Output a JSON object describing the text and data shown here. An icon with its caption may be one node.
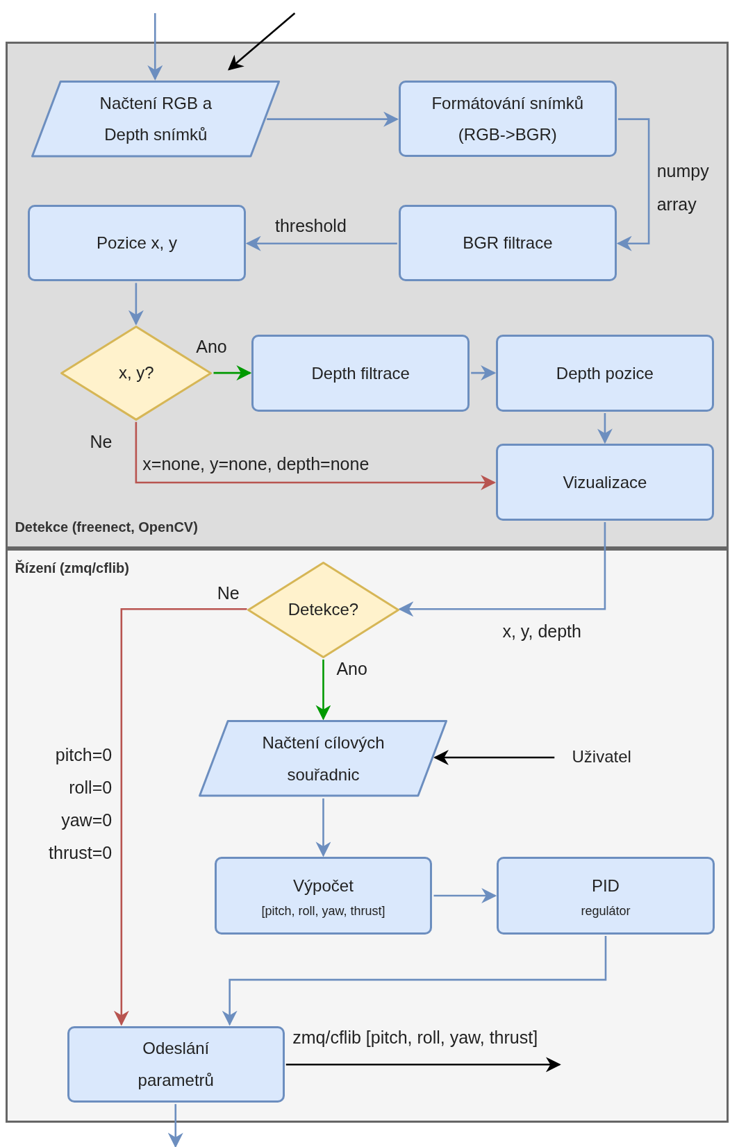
{
  "diagram": {
    "nodes": [
      {
        "text": [
          "Detekce (freenect, OpenCV)"
        ]
      },
      {
        "text": [
          "Načtení RGB a Depth snímků"
        ],
        "in": 0
      },
      {
        "text": [
          "Formátování snímků (RGB->BGR)"
        ],
        "in": 0
      },
      {
        "text": [
          "BGR filtrace"
        ],
        "in": 0
      },
      {
        "text": [
          "Pozice x, y"
        ],
        "in": 0
      },
      {
        "text": [
          "x, y?"
        ],
        "in": 0
      },
      {
        "text": [
          "Depth filtrace"
        ],
        "in": 0
      },
      {
        "text": [
          "Depth pozice"
        ],
        "in": 0
      },
      {
        "text": [
          "Vizualizace"
        ],
        "in": 0
      },
      {
        "text": [
          "Řízení (zmq/cflib)"
        ]
      },
      {
        "text": [
          "Detekce?"
        ],
        "in": 9
      },
      {
        "text": [
          "Uživatel"
        ],
        "in": 9
      },
      {
        "text": [
          "Načtení cílových souřadnic"
        ],
        "in": 9
      },
      {
        "text": [
          "Výpočet",
          "[pitch, roll, yaw, thrust]"
        ],
        "in": 9
      },
      {
        "text": [
          "PID",
          "regulátor"
        ],
        "in": 9
      },
      {
        "text": [
          "Odeslání parametrů"
        ],
        "in": 9
      }
    ],
    "edges": [
      {
        "from": null,
        "to": 1,
        "arrow": "to"
      },
      {
        "from": null,
        "to": 1,
        "arrow": "to",
        "color": "#000000"
      },
      {
        "from": 1,
        "to": 2,
        "arrow": "to"
      },
      {
        "from": 2,
        "to": 3,
        "arrow": "to",
        "label": "numpy array"
      },
      {
        "from": 3,
        "to": 4,
        "arrow": "to",
        "label": "threshold"
      },
      {
        "from": 4,
        "to": 5,
        "arrow": "to"
      },
      {
        "from": 5,
        "to": 6,
        "arrow": "to",
        "label": "Ano",
        "color": "#009900"
      },
      {
        "from": 6,
        "to": 7,
        "arrow": "to"
      },
      {
        "from": 7,
        "to": 8,
        "arrow": "to"
      },
      {
        "from": 5,
        "to": 8,
        "arrow": "to",
        "label": "x=none, y=none, depth=none",
        "color": "#b85450"
      },
      {
        "from": 8,
        "to": 10,
        "arrow": "to",
        "label": "x, y, depth"
      },
      {
        "from": 10,
        "to": 12,
        "arrow": "to",
        "label": "Ano",
        "color": "#009900"
      },
      {
        "from": 10,
        "to": 15,
        "arrow": "to",
        "label": "pitch=0 roll=0 yaw=0 thrust=0",
        "color": "#b85450"
      },
      {
        "from": 11,
        "to": 12,
        "arrow": "to",
        "color": "#000000"
      },
      {
        "from": 12,
        "to": 13,
        "arrow": "to"
      },
      {
        "from": 13,
        "to": 14,
        "arrow": "to"
      },
      {
        "from": 14,
        "to": 15,
        "arrow": "to"
      },
      {
        "from": 15,
        "to": null,
        "arrow": "to",
        "label": "zmq/cflib [pitch, roll, yaw, thrust]",
        "color": "#000000"
      },
      {
        "from": 15,
        "to": null,
        "arrow": "to"
      }
    ],
    "labels": [
      "Ne",
      "Ne"
    ]
  }
}
